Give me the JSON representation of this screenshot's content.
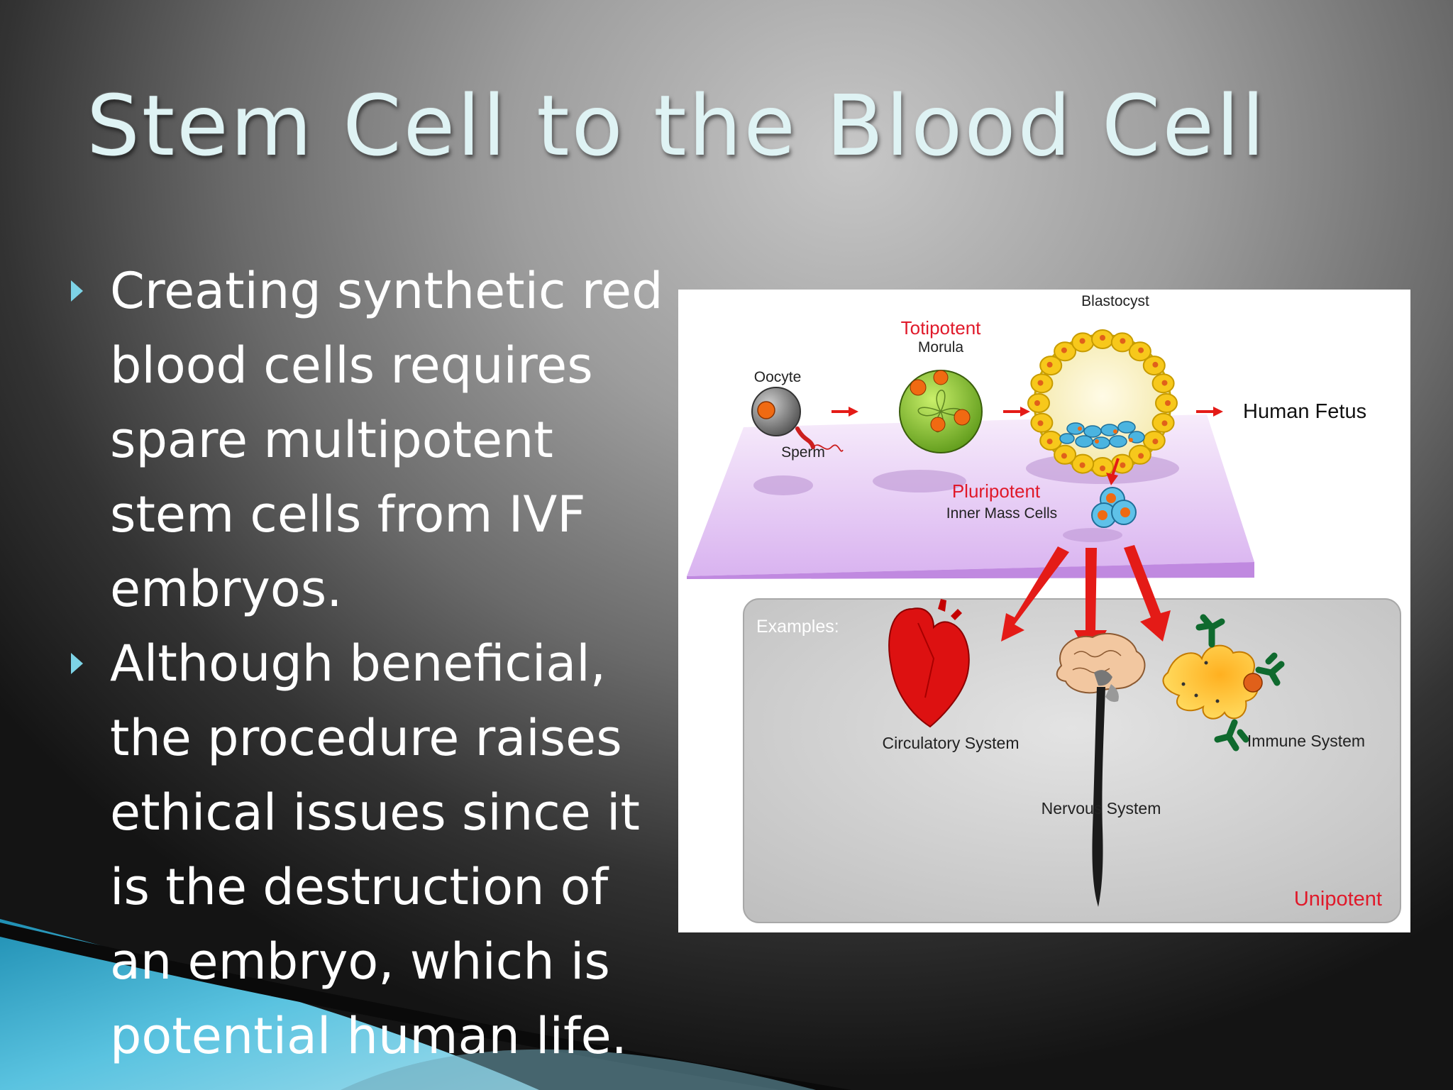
{
  "slide": {
    "title": "Stem Cell to the Blood Cell",
    "bullets": [
      "Creating synthetic red blood cells requires spare multipotent stem cells from IVF embryos.",
      "Although beneficial, the procedure raises ethical issues since it is the destruction of an embryo, which is potential human life."
    ]
  },
  "diagram": {
    "labels": {
      "oocyte": "Oocyte",
      "sperm": "Sperm",
      "totipotent": "Totipotent",
      "morula": "Morula",
      "blastocyst": "Blastocyst",
      "human_fetus": "Human Fetus",
      "pluripotent": "Pluripotent",
      "inner_mass": "Inner Mass Cells",
      "examples": "Examples:",
      "circulatory": "Circulatory System",
      "nervous": "Nervous System",
      "immune": "Immune System",
      "unipotent": "Unipotent"
    },
    "colors": {
      "potency_label": "#e0192a",
      "arrow": "#e41b17",
      "platform": "#d9b3f0",
      "examples_panel": "#c9c9c9"
    }
  }
}
